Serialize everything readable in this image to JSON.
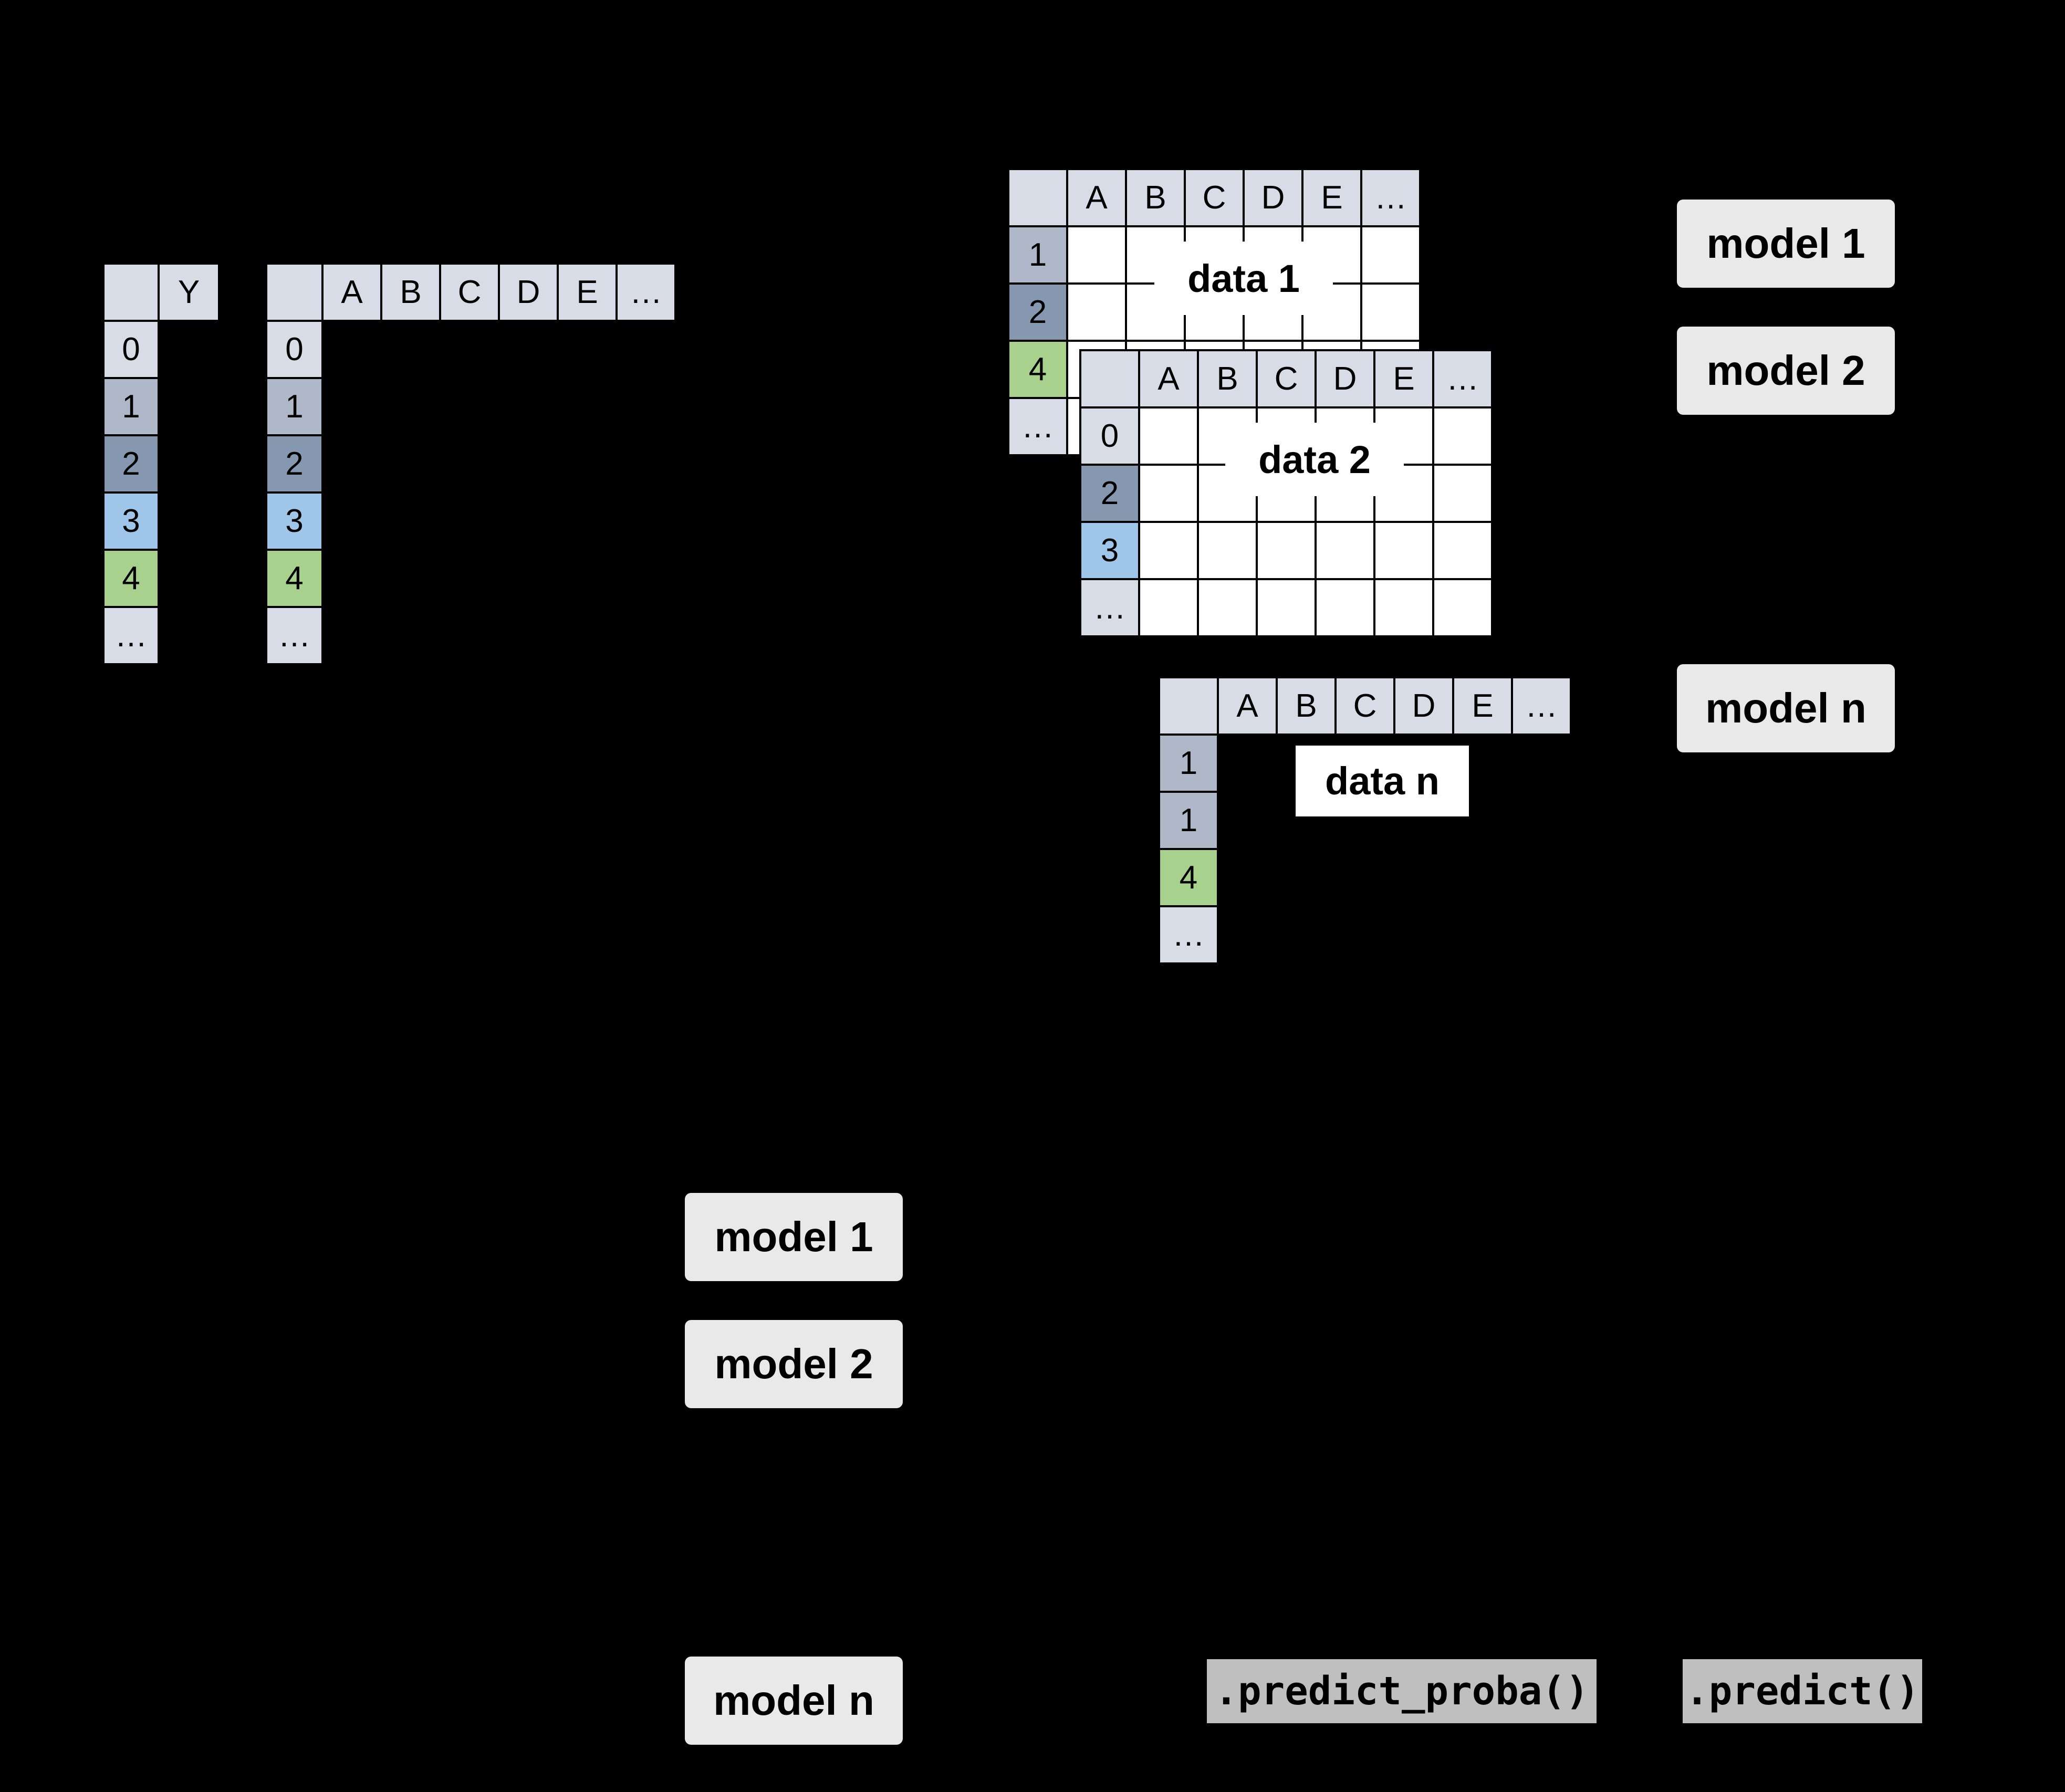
{
  "colors": {
    "background": "#000000",
    "cell_light": "#d7dce6",
    "index_row_0": "#d7dce6",
    "index_row_1": "#aeb8c8",
    "index_row_2": "#8598b0",
    "index_row_3": "#9fc5e8",
    "index_row_4": "#a9d18e",
    "index_row_ellipsis": "#d7dce6",
    "table_body": "#ffffff",
    "grid_border": "#000000",
    "model_box": "#e9e9e9",
    "method_box": "#bfbfbf",
    "text": "#000000"
  },
  "left_tables": {
    "target": {
      "header": [
        "",
        "Y"
      ],
      "index_rows": [
        {
          "label": "0",
          "color": "#d7dce6"
        },
        {
          "label": "1",
          "color": "#aeb8c8"
        },
        {
          "label": "2",
          "color": "#8598b0"
        },
        {
          "label": "3",
          "color": "#9fc5e8"
        },
        {
          "label": "4",
          "color": "#a9d18e"
        },
        {
          "label": "…",
          "color": "#d7dce6"
        }
      ]
    },
    "features": {
      "header": [
        "",
        "A",
        "B",
        "C",
        "D",
        "E",
        "…"
      ],
      "index_rows": [
        {
          "label": "0",
          "color": "#d7dce6"
        },
        {
          "label": "1",
          "color": "#aeb8c8"
        },
        {
          "label": "2",
          "color": "#8598b0"
        },
        {
          "label": "3",
          "color": "#9fc5e8"
        },
        {
          "label": "4",
          "color": "#a9d18e"
        },
        {
          "label": "…",
          "color": "#d7dce6"
        }
      ]
    }
  },
  "resampled_tables": [
    {
      "title": "data 1",
      "header": [
        "",
        "A",
        "B",
        "C",
        "D",
        "E",
        "…"
      ],
      "index_rows": [
        {
          "label": "1",
          "color": "#aeb8c8"
        },
        {
          "label": "2",
          "color": "#8598b0"
        },
        {
          "label": "4",
          "color": "#a9d18e"
        },
        {
          "label": "…",
          "color": "#d7dce6"
        }
      ],
      "body": "white"
    },
    {
      "title": "data 2",
      "header": [
        "",
        "A",
        "B",
        "C",
        "D",
        "E",
        "…"
      ],
      "index_rows": [
        {
          "label": "0",
          "color": "#d7dce6"
        },
        {
          "label": "2",
          "color": "#8598b0"
        },
        {
          "label": "3",
          "color": "#9fc5e8"
        },
        {
          "label": "…",
          "color": "#d7dce6"
        }
      ],
      "body": "white"
    },
    {
      "title": "data n",
      "header": [
        "",
        "A",
        "B",
        "C",
        "D",
        "E",
        "…"
      ],
      "index_rows": [
        {
          "label": "1",
          "color": "#aeb8c8"
        },
        {
          "label": "1",
          "color": "#aeb8c8"
        },
        {
          "label": "4",
          "color": "#a9d18e"
        },
        {
          "label": "…",
          "color": "#d7dce6"
        }
      ],
      "body": "none"
    }
  ],
  "models_right": [
    {
      "label": "model 1"
    },
    {
      "label": "model 2"
    },
    {
      "label": "model n"
    }
  ],
  "models_bottom": [
    {
      "label": "model 1"
    },
    {
      "label": "model 2"
    },
    {
      "label": "model n"
    }
  ],
  "methods": [
    {
      "label": ".predict_proba()"
    },
    {
      "label": ".predict()"
    }
  ]
}
